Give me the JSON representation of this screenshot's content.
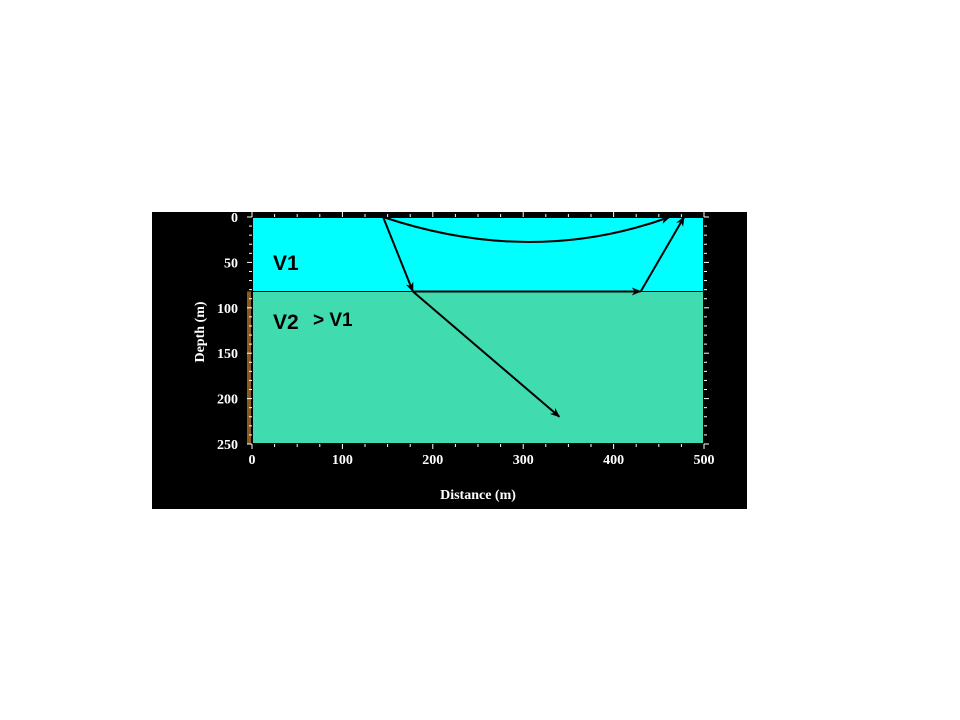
{
  "labels": {
    "v1": "V1",
    "v2": "V2",
    "v2_compare": "> V1"
  },
  "axes": {
    "x_title": "Distance (m)",
    "y_title": "Depth (m)",
    "x_range": [
      0,
      500
    ],
    "y_range": [
      0,
      250
    ],
    "x_ticks": [
      "0",
      "100",
      "200",
      "300",
      "400",
      "500"
    ],
    "y_ticks": [
      "0",
      "50",
      "100",
      "150",
      "200",
      "250"
    ]
  },
  "model": {
    "interface_depth": 82,
    "layer1_color": "#00ffff",
    "layer2_color": "#40dcb0",
    "frame_color": "#000000",
    "left_strip_color": "#8b5a1e"
  },
  "rays": {
    "direct": {
      "from": [
        145,
        0
      ],
      "control": [
        310,
        55
      ],
      "to": [
        462,
        0
      ]
    },
    "refracted_down": {
      "from": [
        145,
        0
      ],
      "to": [
        178,
        82
      ]
    },
    "head_wave": {
      "from": [
        178,
        82
      ],
      "to": [
        430,
        82
      ]
    },
    "refracted_up": {
      "from": [
        430,
        82
      ],
      "to": [
        478,
        0
      ]
    },
    "transmitted": {
      "from": [
        178,
        82
      ],
      "to": [
        340,
        220
      ]
    }
  }
}
